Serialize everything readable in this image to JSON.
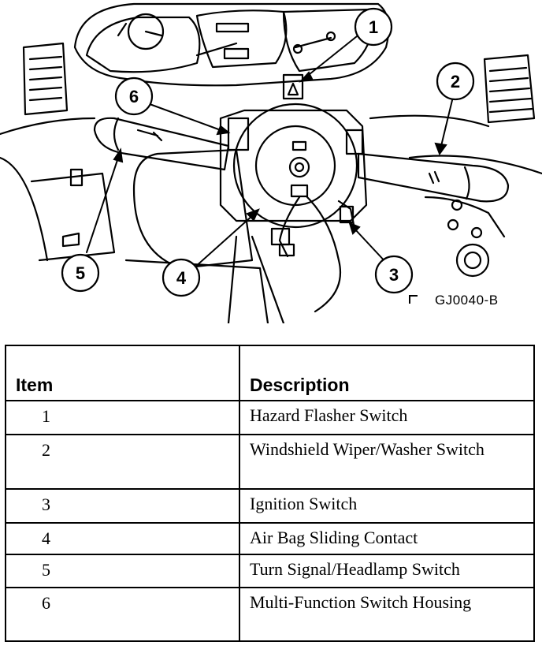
{
  "figure": {
    "code": "GJ0040-B",
    "callouts": [
      "1",
      "2",
      "3",
      "4",
      "5",
      "6"
    ]
  },
  "table": {
    "headers": {
      "item": "Item",
      "description": "Description"
    },
    "rows": [
      {
        "item": "1",
        "description": "Hazard Flasher Switch"
      },
      {
        "item": "2",
        "description": "Windshield Wiper/Washer Switch"
      },
      {
        "item": "3",
        "description": "Ignition Switch"
      },
      {
        "item": "4",
        "description": "Air Bag Sliding Contact"
      },
      {
        "item": "5",
        "description": "Turn Signal/Headlamp Switch"
      },
      {
        "item": "6",
        "description": "Multi-Function Switch Housing"
      }
    ]
  }
}
